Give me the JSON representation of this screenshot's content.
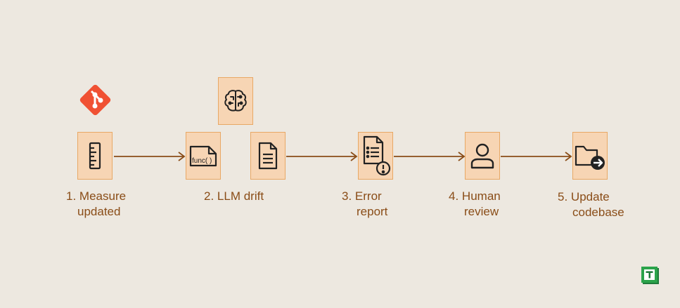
{
  "steps": [
    {
      "num": "1.",
      "line1": "Measure",
      "line2": "updated"
    },
    {
      "num": "2.",
      "line1": "LLM drift",
      "line2": ""
    },
    {
      "num": "3.",
      "line1": "Error",
      "line2": "report"
    },
    {
      "num": "4.",
      "line1": "Human",
      "line2": "review"
    },
    {
      "num": "5.",
      "line1": "Update",
      "line2": "codebase"
    }
  ],
  "func_label": "func( )",
  "icons": {
    "step1_badge": "git-icon",
    "step1": "ruler-icon",
    "step2_func": "function-file-icon",
    "step2_brain": "brain-icon",
    "step2_doc": "document-icon",
    "step3": "document-warning-icon",
    "step4": "user-icon",
    "step5": "folder-arrow-icon",
    "brand": "t-logo-icon"
  },
  "colors": {
    "background": "#ede8e0",
    "node_fill": "#f7d5b4",
    "node_border": "#e8a865",
    "text": "#8a4d18",
    "arrow": "#8a4d18",
    "git": "#f05133",
    "brand_green": "#2ba34a"
  }
}
